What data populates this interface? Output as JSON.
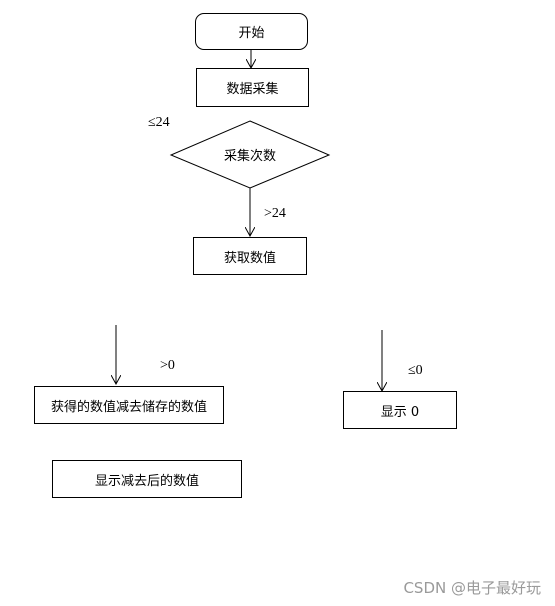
{
  "nodes": {
    "start": "开始",
    "collect": "数据采集",
    "decision": "采集次数",
    "get_value": "获取数值",
    "subtract": "获得的数值减去储存的数值",
    "show_result": "显示减去后的数值",
    "show_zero": "显示 0"
  },
  "edge_labels": {
    "loop_le24": "≤24",
    "gt24": ">24",
    "gt0": ">0",
    "le0": "≤0"
  },
  "watermark": "CSDN @电子最好玩"
}
